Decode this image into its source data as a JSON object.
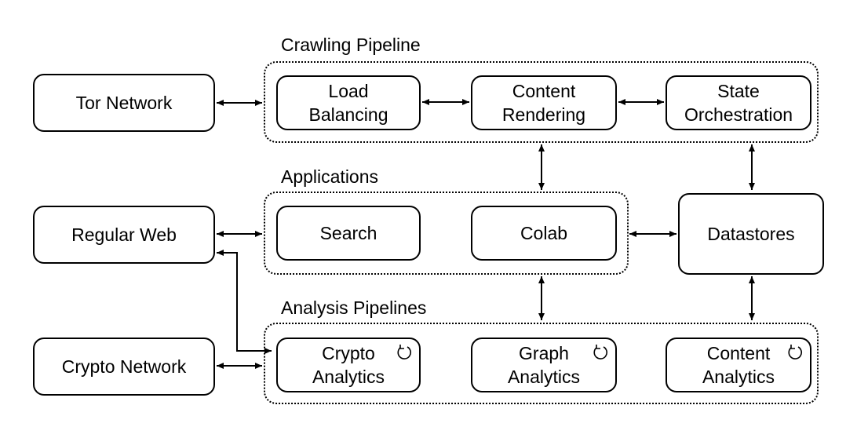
{
  "groups": {
    "crawling": "Crawling Pipeline",
    "applications": "Applications",
    "analysis": "Analysis Pipelines"
  },
  "nodes": {
    "tor_network": "Tor Network",
    "regular_web": "Regular Web",
    "crypto_network": "Crypto Network",
    "load_balancing": "Load\nBalancing",
    "content_rendering": "Content\nRendering",
    "state_orchestration": "State\nOrchestration",
    "search": "Search",
    "colab": "Colab",
    "datastores": "Datastores",
    "crypto_analytics": "Crypto\nAnalytics",
    "graph_analytics": "Graph\nAnalytics",
    "content_analytics": "Content\nAnalytics"
  },
  "icons": {
    "recurring": "refresh-cycle-icon"
  }
}
